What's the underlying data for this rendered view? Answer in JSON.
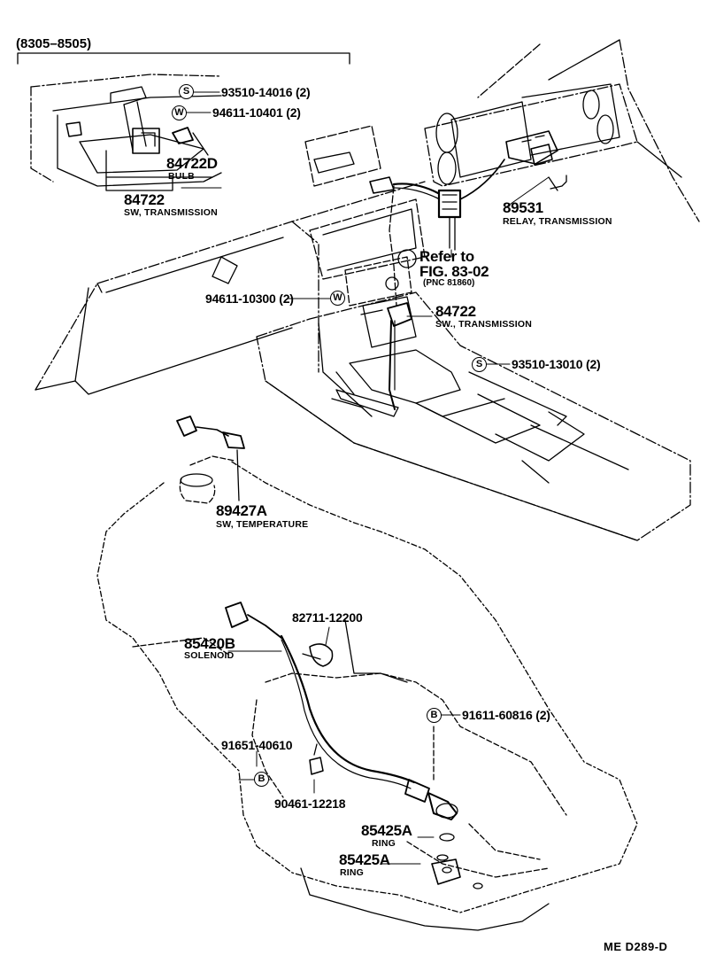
{
  "header": {
    "range": "(8305–8505)"
  },
  "footer": {
    "code": "ME  D289-D"
  },
  "symbols": {
    "s": "S",
    "w": "W",
    "b": "B"
  },
  "parts": {
    "p93510_14016": "93510-14016 (2)",
    "p94611_10401": "94611-10401 (2)",
    "p84722D": "84722D",
    "bulb": "BULB",
    "p84722_top": "84722",
    "sw_trans_top": "SW, TRANSMISSION",
    "p89531": "89531",
    "relay": "RELAY, TRANSMISSION",
    "refer1": "Refer to",
    "refer2": "FIG. 83-02",
    "refer3": "(PNC 81860)",
    "p94611_10300": "94611-10300 (2)",
    "p84722_mid": "84722",
    "sw_trans_mid": "SW., TRANSMISSION",
    "p93510_13010": "93510-13010 (2)",
    "p89427A": "89427A",
    "sw_temp": "SW, TEMPERATURE",
    "p82711_12200": "82711-12200",
    "p85420B": "85420B",
    "solenoid": "SOLENOID",
    "p91611_60816": "91611-60816 (2)",
    "p91651_40610": "91651-40610",
    "p90461_12218": "90461-12218",
    "p85425A_1": "85425A",
    "ring1": "RING",
    "p85425A_2": "85425A",
    "ring2": "RING"
  }
}
